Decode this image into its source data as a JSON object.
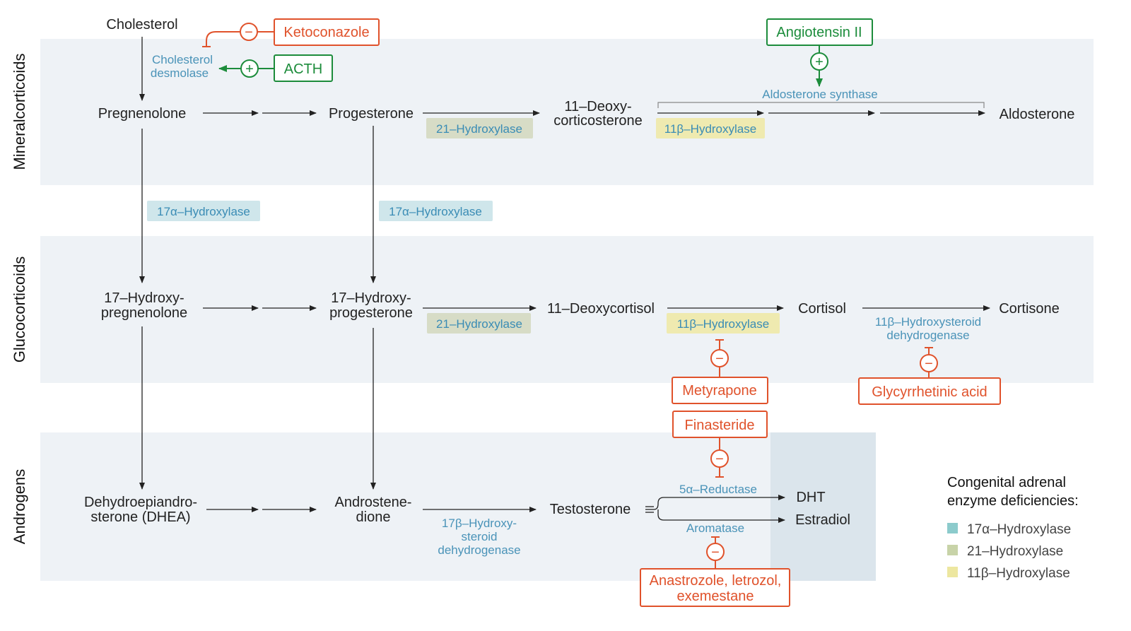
{
  "sections": {
    "mineralocorticoids": "Mineralcorticoids",
    "glucocorticoids": "Glucocorticoids",
    "androgens": "Androgens"
  },
  "metabolites": {
    "cholesterol": "Cholesterol",
    "pregnenolone": "Pregnenolone",
    "progesterone": "Progesterone",
    "deoxycorticosterone_1": "11–Deoxy-",
    "deoxycorticosterone_2": "corticosterone",
    "aldosterone": "Aldosterone",
    "hydroxypregnenolone_1": "17–Hydroxy-",
    "hydroxypregnenolone_2": "pregnenolone",
    "hydroxyprogesterone_1": "17–Hydroxy-",
    "hydroxyprogesterone_2": "progesterone",
    "deoxycortisol": "11–Deoxycortisol",
    "cortisol": "Cortisol",
    "cortisone": "Cortisone",
    "dhea_1": "Dehydroepiandro-",
    "dhea_2": "sterone (DHEA)",
    "androstenedione_1": "Androstene-",
    "androstenedione_2": "dione",
    "testosterone": "Testosterone",
    "dht": "DHT",
    "estradiol": "Estradiol"
  },
  "enzymes": {
    "cholesterol_desmolase_1": "Cholesterol",
    "cholesterol_desmolase_2": "desmolase",
    "aldosterone_synthase": "Aldosterone synthase",
    "hydroxysteroid_dh_1": "11β–Hydroxysteroid",
    "hydroxysteroid_dh_2": "dehydrogenase",
    "reductase": "5α–Reductase",
    "aromatase": "Aromatase",
    "hsd17_1": "17β–Hydroxy-",
    "hsd17_2": "steroid",
    "hsd17_3": "dehydrogenase",
    "tag_21_top": "21–Hydroxylase",
    "tag_11b_top": "11β–Hydroxylase",
    "tag_17a_left": "17α–Hydroxylase",
    "tag_17a_right": "17α–Hydroxylase",
    "tag_21_mid": "21–Hydroxylase",
    "tag_11b_mid": "11β–Hydroxylase"
  },
  "drugs": {
    "ketoconazole": "Ketoconazole",
    "acth": "ACTH",
    "angiotensin": "Angiotensin II",
    "metyrapone": "Metyrapone",
    "glycyrrhetinic": "Glycyrrhetinic acid",
    "finasteride": "Finasteride",
    "anastrozole_1": "Anastrozole, letrozol,",
    "anastrozole_2": "exemestane"
  },
  "symbols": {
    "inhibit": "−",
    "stimulate": "+"
  },
  "legend": {
    "title_1": "Congenital adrenal",
    "title_2": "enzyme deficiencies:",
    "items": [
      {
        "label": "17α–Hydroxylase",
        "color": "#8ccbcc"
      },
      {
        "label": "21–Hydroxylase",
        "color": "#c8d3a8"
      },
      {
        "label": "11β–Hydroxylase",
        "color": "#ede7a0"
      }
    ]
  },
  "colors": {
    "band": "#eef2f6",
    "enzyme_text": "#4a93b8",
    "inhibitor": "#e0522b",
    "stimulator": "#1c8c3b",
    "tag_17a": "#cfe6eb",
    "tag_21": "#d7dcc6",
    "tag_11b": "#efeab0"
  }
}
